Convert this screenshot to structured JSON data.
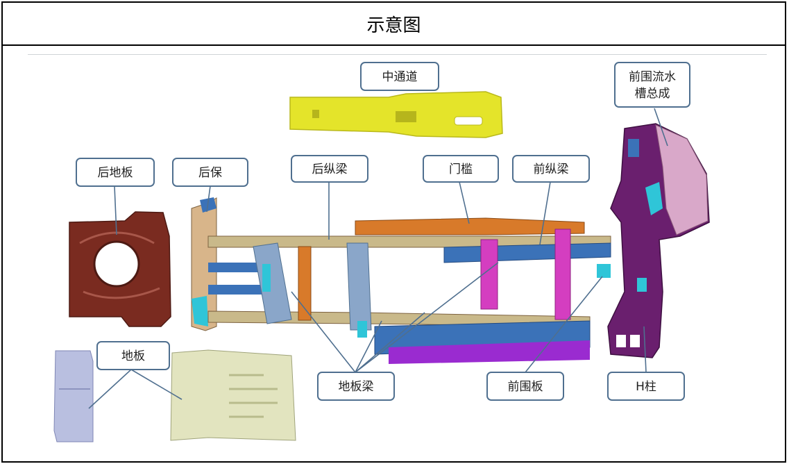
{
  "title": "示意图",
  "labels": {
    "zhongtongdao": "中通道",
    "qianweiliushui_line1": "前围流水",
    "qianweiliushui_line2": "槽总成",
    "houdiban": "后地板",
    "houbao": "后保",
    "houzongliang": "后纵梁",
    "menkan": "门槛",
    "qianzongliang": "前纵梁",
    "diban": "地板",
    "dibanliang": "地板梁",
    "qianweiban": "前围板",
    "hzhu": "H柱"
  },
  "colors": {
    "callout_border": "#4f6f8f",
    "tunnel": "#e4e42a",
    "rear_floor": "#7a2b20",
    "h_pillar": "#6a1f6e",
    "cowl_panel": "#d9a8c9",
    "sill": "#d87a2a",
    "frame_beige": "#c9b98a",
    "blue": "#3b72b8",
    "cyan": "#2fc5d8",
    "magenta": "#d43ec0",
    "floor_gray": "#b9bfe0",
    "floor_beige": "#e2e4bf"
  }
}
